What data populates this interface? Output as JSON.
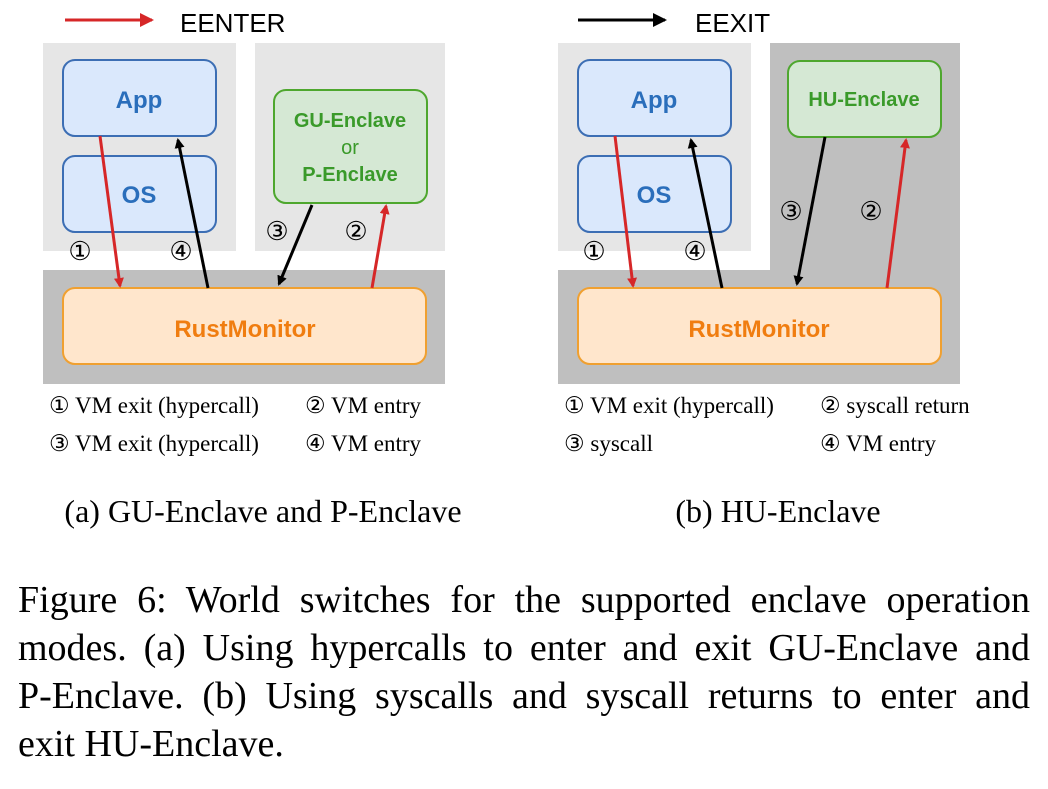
{
  "left": {
    "legend_label": "EENTER",
    "app": "App",
    "os": "OS",
    "enclave_line1": "GU-Enclave",
    "enclave_line2": "or",
    "enclave_line3": "P-Enclave",
    "monitor": "RustMonitor",
    "marks": {
      "m1": "①",
      "m2": "②",
      "m3": "③",
      "m4": "④"
    },
    "notes": {
      "n1": "① VM exit (hypercall)",
      "n2": "② VM entry",
      "n3": "③ VM exit (hypercall)",
      "n4": "④ VM entry"
    },
    "subcaption": "(a) GU-Enclave and P-Enclave"
  },
  "right": {
    "legend_label": "EEXIT",
    "app": "App",
    "os": "OS",
    "enclave": "HU-Enclave",
    "monitor": "RustMonitor",
    "marks": {
      "m1": "①",
      "m2": "②",
      "m3": "③",
      "m4": "④"
    },
    "notes": {
      "n1": "① VM exit (hypercall)",
      "n2": "② syscall return",
      "n3": "③ syscall",
      "n4": "④ VM entry"
    },
    "subcaption": "(b) HU-Enclave"
  },
  "caption": {
    "line1": "Figure 6: World switches for the supported enclave operation",
    "line2": "modes. (a) Using hypercalls to enter and exit GU-Enclave and",
    "line3": "P-Enclave. (b) Using syscalls and syscall returns to enter and",
    "line4": "exit HU-Enclave."
  },
  "colors": {
    "enter_arrow": "#d62728",
    "exit_arrow": "#000000",
    "light_gray": "#e6e6e6",
    "dark_gray": "#bfbfbf",
    "blue_fill": "#dae8fc",
    "blue_stroke": "#3c6eb4",
    "blue_text": "#2a6ebb",
    "green_fill": "#d5e8d4",
    "green_stroke": "#4ea72e",
    "green_text": "#3a9a2a",
    "orange_fill": "#ffe6cc",
    "orange_stroke": "#f0a030",
    "orange_text": "#f07d10"
  }
}
